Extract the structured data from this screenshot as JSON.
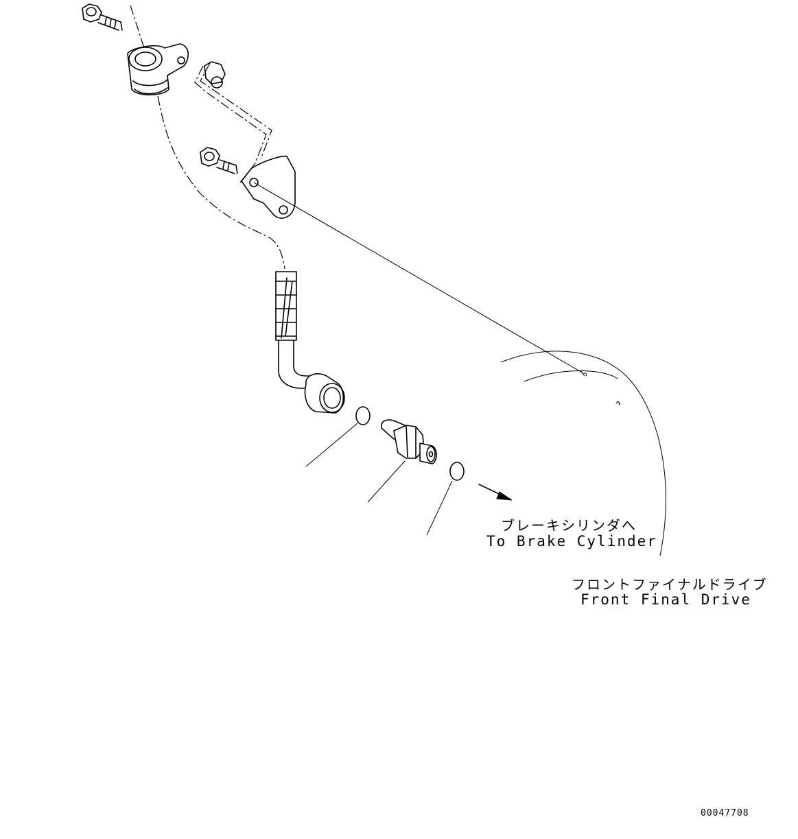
{
  "labels": {
    "brake_jp": "ブレーキシリンダへ",
    "brake_en": "To Brake Cylinder",
    "drive_jp": "フロントファイナルドライブ",
    "drive_en": "Front Final Drive",
    "drawing_code": "00047708"
  },
  "colors": {
    "line": "#000000",
    "background": "#ffffff"
  }
}
